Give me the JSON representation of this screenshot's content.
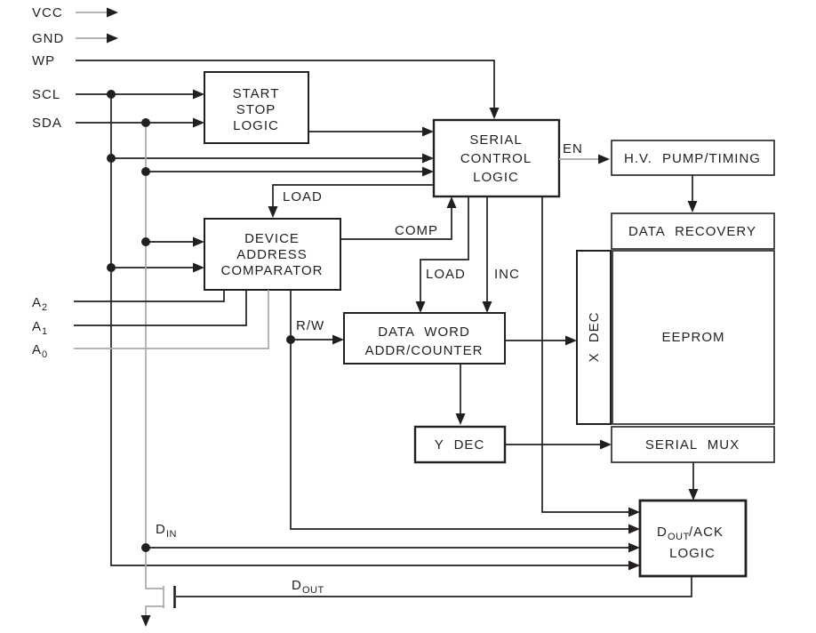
{
  "colors": {
    "ink": "#231f20",
    "gray": "#a9a9a9",
    "bg": "#ffffff"
  },
  "pins": {
    "vcc": "VCC",
    "gnd": "GND",
    "wp": "WP",
    "scl": "SCL",
    "sda": "SDA",
    "a2": {
      "base": "A",
      "sub": "2"
    },
    "a1": {
      "base": "A",
      "sub": "1"
    },
    "a0": {
      "base": "A",
      "sub": "0"
    },
    "din": {
      "base": "D",
      "sub": "IN"
    },
    "dout": {
      "base": "D",
      "sub": "OUT"
    }
  },
  "signals": {
    "load_device": "LOAD",
    "comp": "COMP",
    "en": "EN",
    "load_counter": "LOAD",
    "inc": "INC",
    "rw": "R/W"
  },
  "blocks": {
    "start_stop": {
      "lines": [
        "START",
        "STOP",
        "LOGIC"
      ]
    },
    "serial_control": {
      "lines": [
        "SERIAL",
        "CONTROL",
        "LOGIC"
      ]
    },
    "hv_pump": {
      "label": "H.V. PUMP/TIMING"
    },
    "data_recovery": {
      "label": "DATA RECOVERY"
    },
    "x_dec": {
      "label": "X DEC"
    },
    "eeprom": {
      "label": "EEPROM"
    },
    "serial_mux": {
      "label": "SERIAL MUX"
    },
    "y_dec": {
      "label": "Y DEC"
    },
    "data_word": {
      "lines": [
        "DATA WORD",
        "ADDR/COUNTER"
      ]
    },
    "device_comparator": {
      "lines": [
        "DEVICE",
        "ADDRESS",
        "COMPARATOR"
      ]
    },
    "dout_ack": {
      "line1_base": "D",
      "line1_sub": "OUT",
      "line1_rest": "/ACK",
      "line2": "LOGIC"
    }
  }
}
